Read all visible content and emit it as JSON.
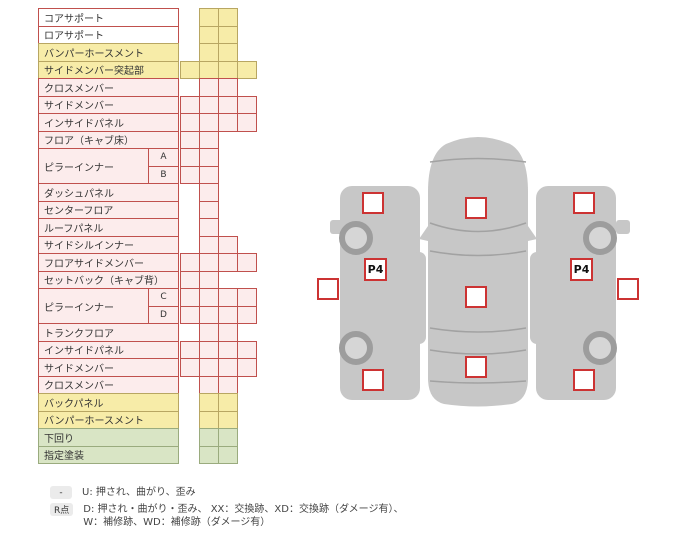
{
  "colors": {
    "red_border": "#c0504d",
    "pink_bg": "#fcecec",
    "yellow_bg": "#f7eca8",
    "yellow_border": "#b8a662",
    "green_bg": "#d9e5c5",
    "green_border": "#9aab7e",
    "car_gray": "#c7c7c7",
    "marker_border": "#cc3333"
  },
  "table": {
    "rows": [
      {
        "label": "コアサポート",
        "labelStyle": "white",
        "cellStyle": "yellow",
        "cols": [
          2,
          3
        ]
      },
      {
        "label": "ロアサポート",
        "labelStyle": "white",
        "cellStyle": "yellow",
        "cols": [
          2,
          3
        ]
      },
      {
        "label": "バンパーホースメント",
        "labelStyle": "yellow",
        "cellStyle": "yellow",
        "cols": [
          2,
          3
        ]
      },
      {
        "label": "サイドメンバー突起部",
        "labelStyle": "yellow",
        "cellStyle": "yellow",
        "cols": [
          1,
          2,
          3,
          4
        ]
      },
      {
        "label": "クロスメンバー",
        "labelStyle": "pink",
        "cellStyle": "pink",
        "cols": [
          2,
          3
        ]
      },
      {
        "label": "サイドメンバー",
        "labelStyle": "pink",
        "cellStyle": "pink",
        "cols": [
          1,
          2,
          3,
          4
        ]
      },
      {
        "label": "インサイドパネル",
        "labelStyle": "pink",
        "cellStyle": "pink",
        "cols": [
          1,
          2,
          3,
          4
        ]
      },
      {
        "label": "フロア（キャブ床）",
        "labelStyle": "pink",
        "cellStyle": "pink",
        "cols": [
          1,
          2
        ]
      },
      {
        "label": "ピラーインナー",
        "sub": "A",
        "labelStyle": "pink",
        "cellStyle": "pink",
        "cols": [
          1,
          2
        ]
      },
      {
        "label": "",
        "sub": "B",
        "merge": true,
        "labelStyle": "pink",
        "cellStyle": "pink",
        "cols": [
          1,
          2
        ]
      },
      {
        "label": "ダッシュパネル",
        "labelStyle": "pink",
        "cellStyle": "pink",
        "cols": [
          2
        ]
      },
      {
        "label": "センターフロア",
        "labelStyle": "pink",
        "cellStyle": "pink",
        "cols": [
          2
        ]
      },
      {
        "label": "ルーフパネル",
        "labelStyle": "pink",
        "cellStyle": "pink",
        "cols": [
          2
        ]
      },
      {
        "label": "サイドシルインナー",
        "labelStyle": "pink",
        "cellStyle": "pink",
        "cols": [
          2,
          3
        ]
      },
      {
        "label": "フロアサイドメンバー",
        "labelStyle": "pink",
        "cellStyle": "pink",
        "cols": [
          1,
          2,
          3,
          4
        ]
      },
      {
        "label": "セットバック（キャブ背）",
        "labelStyle": "pink",
        "cellStyle": "pink",
        "cols": [
          1,
          2
        ]
      },
      {
        "label": "ピラーインナー",
        "sub": "C",
        "labelStyle": "pink",
        "cellStyle": "pink",
        "cols": [
          1,
          2,
          3,
          4
        ]
      },
      {
        "label": "",
        "sub": "D",
        "merge": true,
        "labelStyle": "pink",
        "cellStyle": "pink",
        "cols": [
          1,
          2,
          3,
          4
        ]
      },
      {
        "label": "トランクフロア",
        "labelStyle": "pink",
        "cellStyle": "pink",
        "cols": [
          2,
          3
        ]
      },
      {
        "label": "インサイドパネル",
        "labelStyle": "pink",
        "cellStyle": "pink",
        "cols": [
          1,
          2,
          3,
          4
        ]
      },
      {
        "label": "サイドメンバー",
        "labelStyle": "pink",
        "cellStyle": "pink",
        "cols": [
          1,
          2,
          3,
          4
        ]
      },
      {
        "label": "クロスメンバー",
        "labelStyle": "pink",
        "cellStyle": "pink",
        "cols": [
          2,
          3
        ]
      },
      {
        "label": "バックパネル",
        "labelStyle": "yellow",
        "cellStyle": "yellow",
        "cols": [
          2,
          3
        ]
      },
      {
        "label": "バンパーホースメント",
        "labelStyle": "yellow",
        "cellStyle": "yellow",
        "cols": [
          2,
          3
        ]
      },
      {
        "label": "下回り",
        "labelStyle": "green",
        "cellStyle": "green",
        "cols": [
          2,
          3
        ]
      },
      {
        "label": "指定塗装",
        "labelStyle": "green",
        "cellStyle": "green",
        "cols": [
          2,
          3
        ]
      }
    ]
  },
  "diagram": {
    "p4_left": "P4",
    "p4_right": "P4"
  },
  "legend": {
    "items": [
      {
        "key": "-",
        "text": "U: 押され、曲がり、歪み"
      },
      {
        "key": "R点",
        "text": "D: 押され・曲がり・歪み、 XX：交換跡、XD：交換跡（ダメージ有）、W：補修跡、WD：補修跡（ダメージ有）"
      }
    ]
  }
}
